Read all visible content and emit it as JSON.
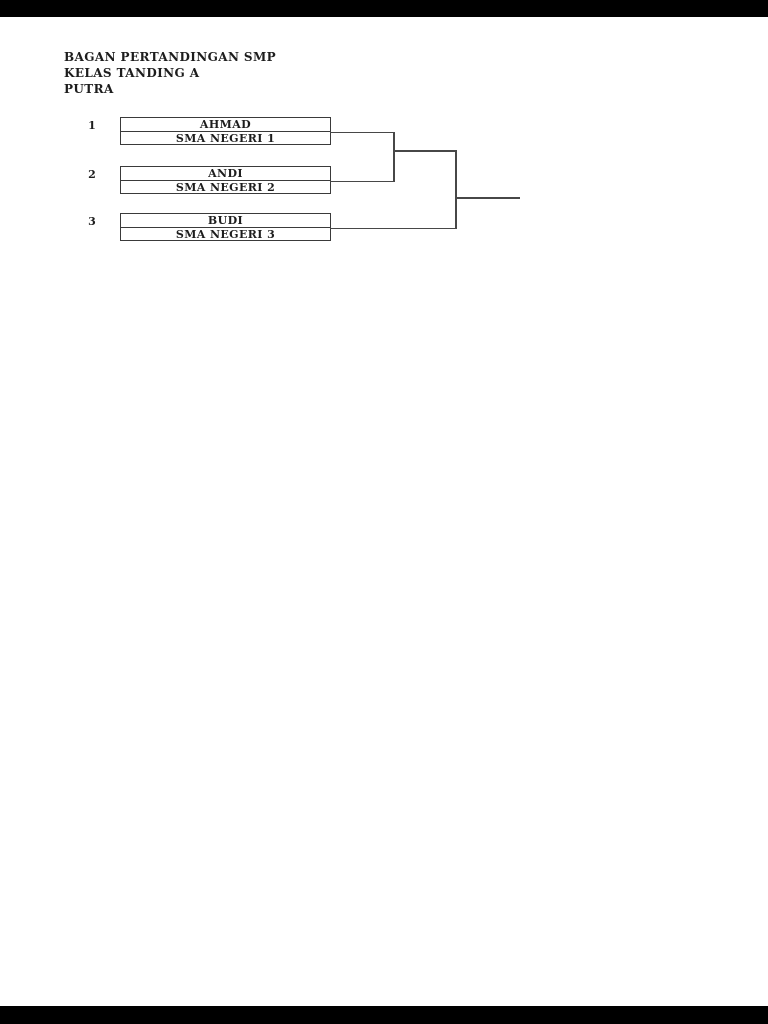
{
  "document": {
    "title_lines": [
      "BAGAN PERTANDINGAN SMP",
      "KELAS TANDING A",
      "PUTRA"
    ]
  },
  "bracket": {
    "entries": [
      {
        "seed": "1",
        "name": "AHMAD",
        "school": "SMA NEGERI 1"
      },
      {
        "seed": "2",
        "name": "ANDI",
        "school": "SMA NEGERI 2"
      },
      {
        "seed": "3",
        "name": "BUDI",
        "school": "SMA NEGERI 3"
      }
    ]
  },
  "colors": {
    "page_background": "#ffffff",
    "letterbox": "#000000",
    "text": "#1d1d1d",
    "box_border": "#3a3a3a",
    "connector_line": "#474747"
  }
}
